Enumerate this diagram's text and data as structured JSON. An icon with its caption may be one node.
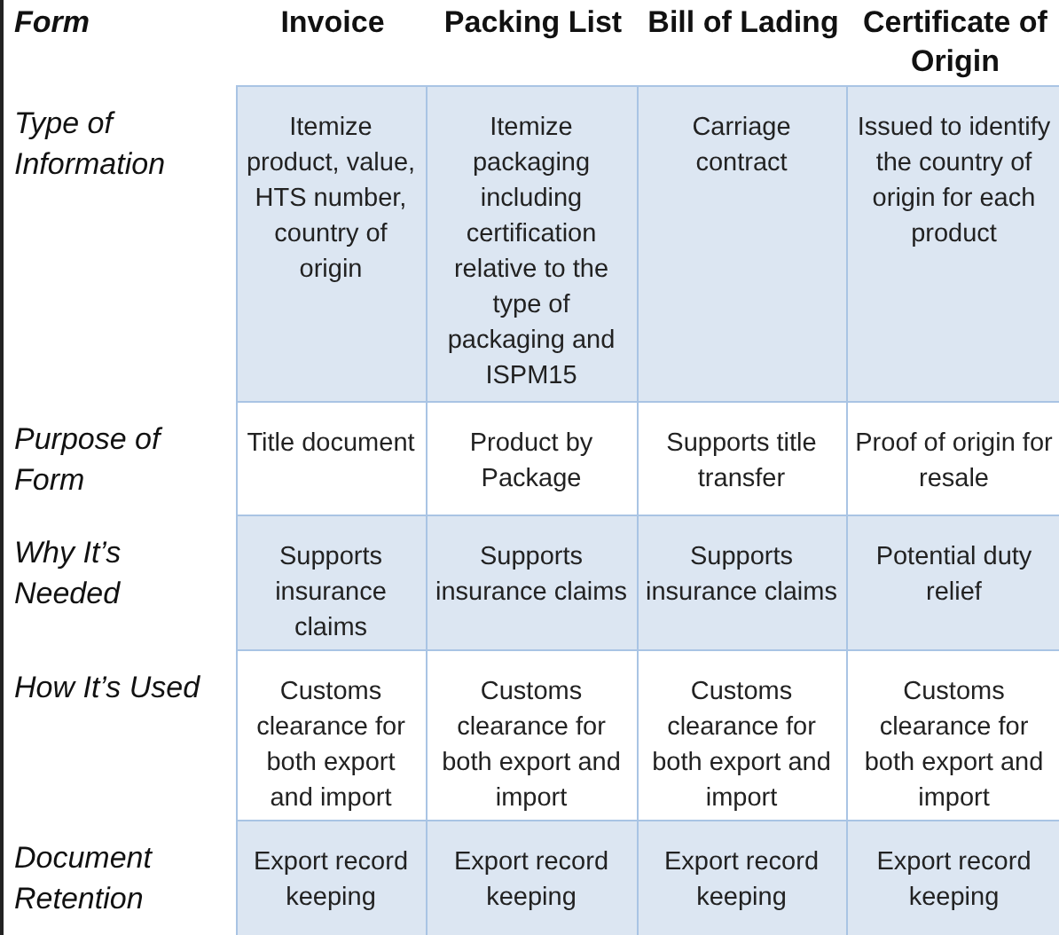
{
  "diagram": {
    "labels": [
      "Form",
      "Invoice",
      "Packing List",
      "Bill of Lading",
      "Certificate of Origin",
      "Type of Information",
      "Itemize product, value, HTS number, country of origin",
      "Itemize packaging including certification relative to the type of packaging and ISPM15",
      "Carriage contract",
      "Issued to identify the country of origin for each product",
      "Purpose of Form",
      "Title document",
      "Product by Package",
      "Supports title transfer",
      "Proof of origin for resale",
      "Why It’s Needed",
      "Supports insurance claims",
      "Supports insurance claims",
      "Supports insurance claims",
      "Potential duty relief",
      "How It’s Used",
      "Customs clearance for both export and import",
      "Customs clearance for both export and import",
      "Customs clearance for both export and import",
      "Customs clearance for both export and import",
      "Document Retention",
      "Export record keeping",
      "Export record keeping",
      "Export record keeping",
      "Export record keeping"
    ]
  }
}
